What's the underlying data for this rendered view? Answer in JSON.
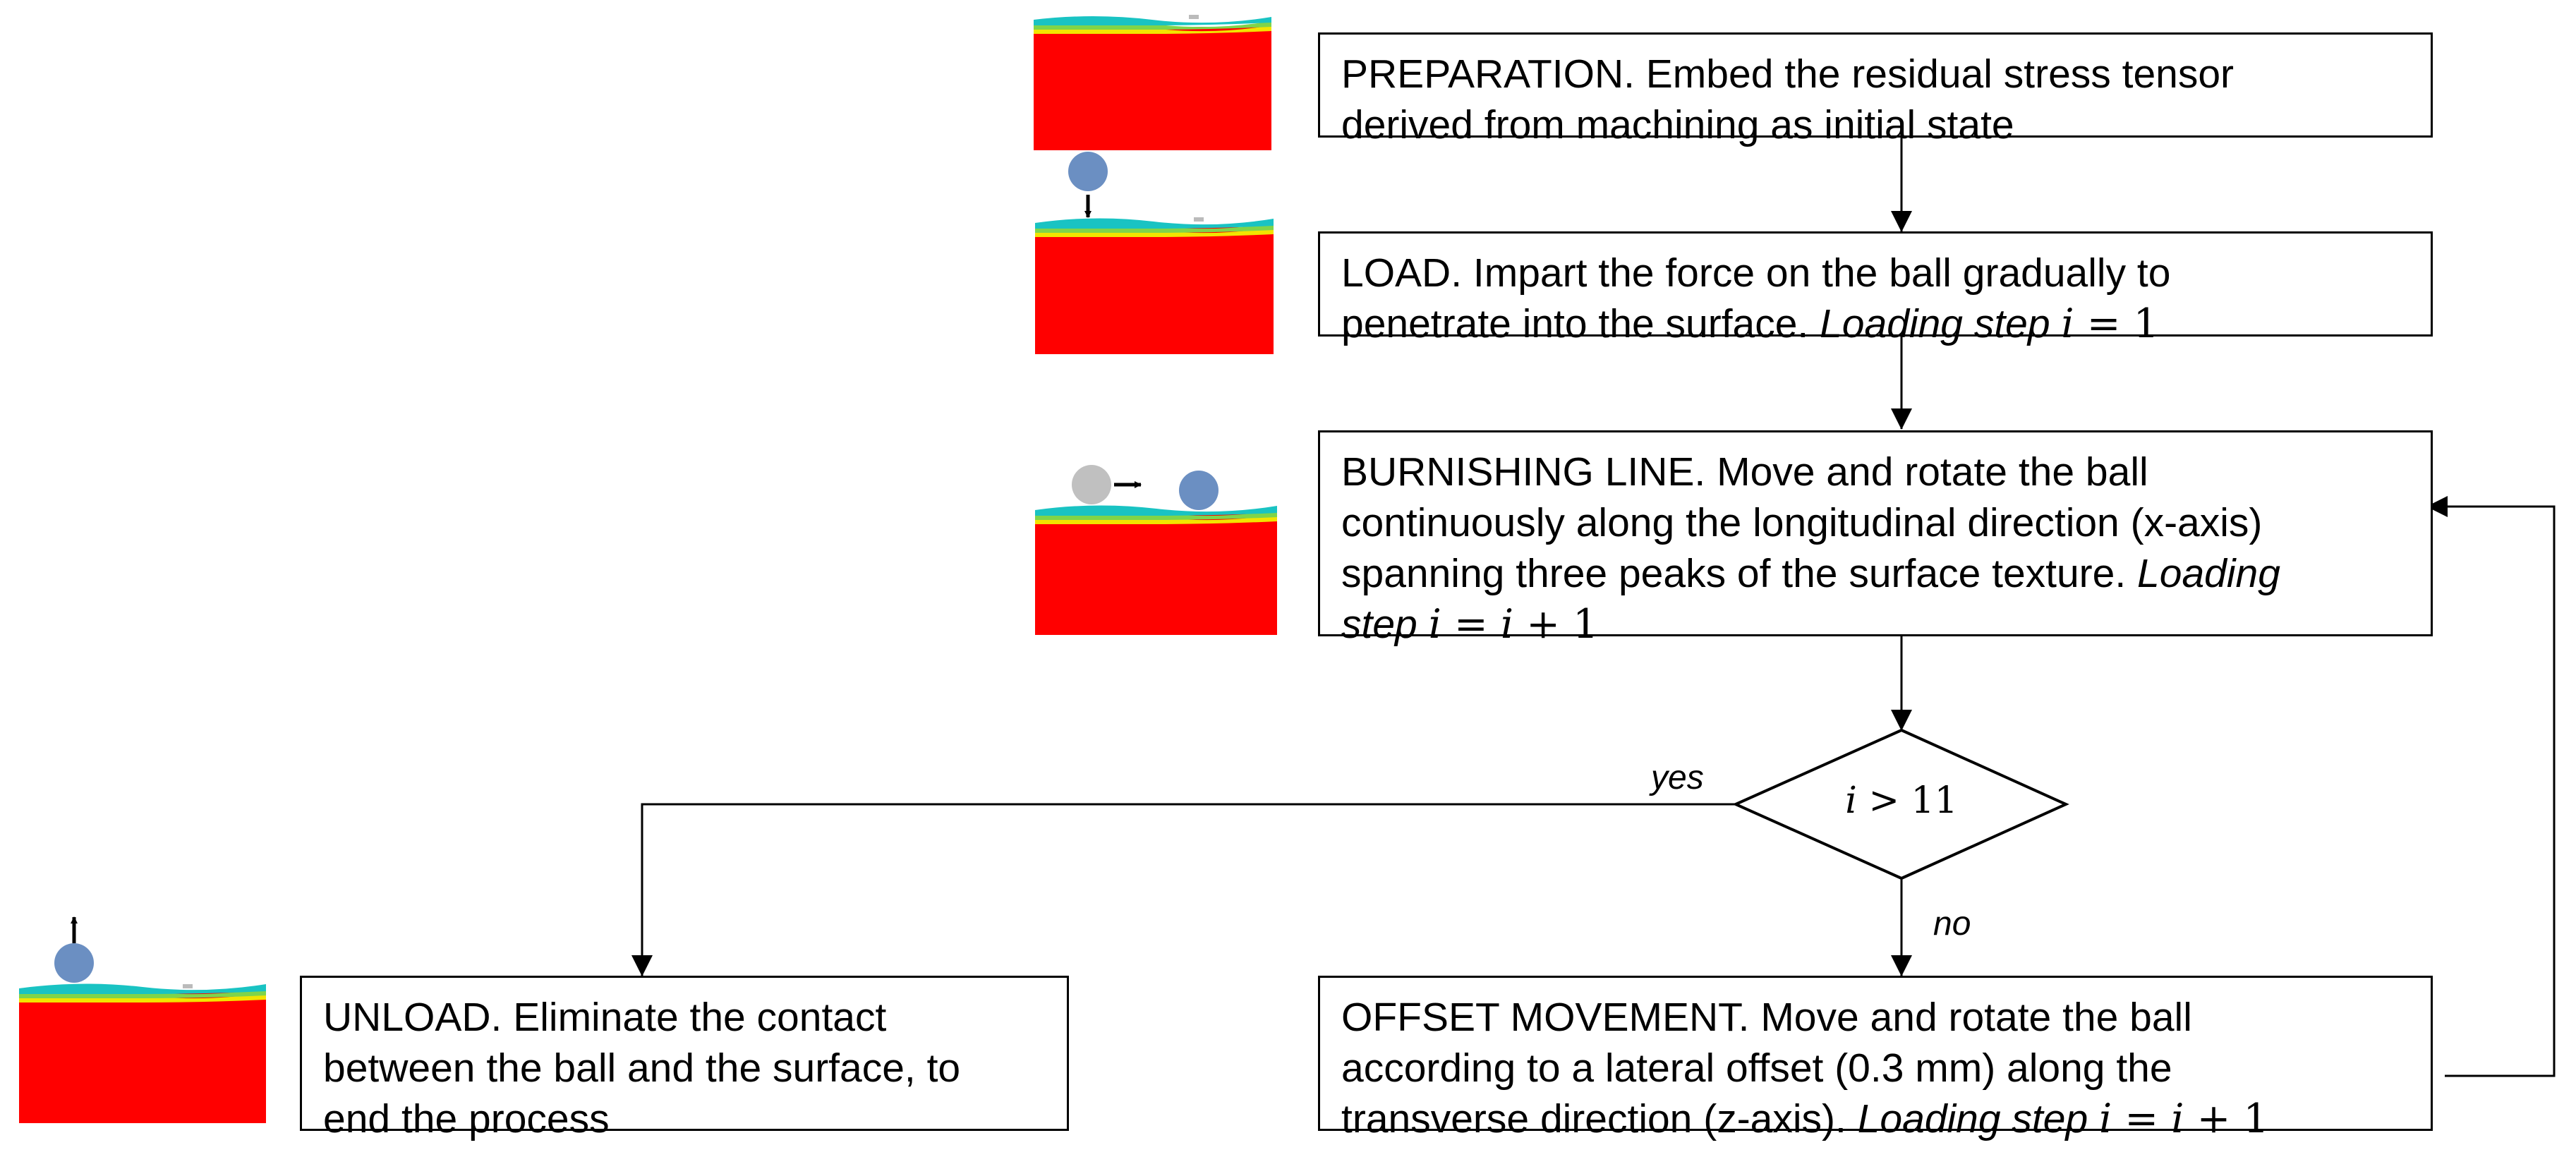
{
  "colors": {
    "material": "#ff0000",
    "ball": "#6b8fc2",
    "ball_prev": "#c0c0c0",
    "layer_cyan": "#19c3c3",
    "layer_green": "#7fd44a",
    "layer_yellow": "#f2e400",
    "line": "#000000"
  },
  "steps": {
    "preparation": {
      "line1": "PREPARATION. Embed the residual stress tensor",
      "line2": "derived from machining as initial state"
    },
    "load": {
      "line1": "LOAD. Impart the force on the ball gradually to",
      "line2_text": "penetrate into the surface.",
      "line2_emph": "Loading step",
      "math_var": "i",
      "math_eq": "=",
      "math_val": "1"
    },
    "burnishing": {
      "line1": "BURNISHING LINE. Move and rotate the ball",
      "line2": "continuously along the longitudinal direction (x-axis)",
      "line3_text": "spanning three peaks of the surface texture.",
      "line3_emph": "Loading",
      "line4_emph": "step",
      "math_var": "i",
      "math_eq": "=",
      "math_var2": "i",
      "math_plus": "+",
      "math_one": "1"
    },
    "offset": {
      "line1": "OFFSET MOVEMENT. Move and rotate the ball",
      "line2": "according to a lateral offset (0.3 mm) along the",
      "line3_text": "transverse direction (z-axis).",
      "line3_emph": "Loading step",
      "math_var": "i",
      "math_eq": "=",
      "math_var2": "i",
      "math_plus": "+",
      "math_one": "1"
    },
    "unload": {
      "line1": "UNLOAD. Eliminate the contact",
      "line2": "between the ball and the surface, to",
      "line3": "end the process"
    }
  },
  "decision": {
    "var": "i",
    "op": ">",
    "value": "11",
    "yes_label": "yes",
    "no_label": "no"
  }
}
